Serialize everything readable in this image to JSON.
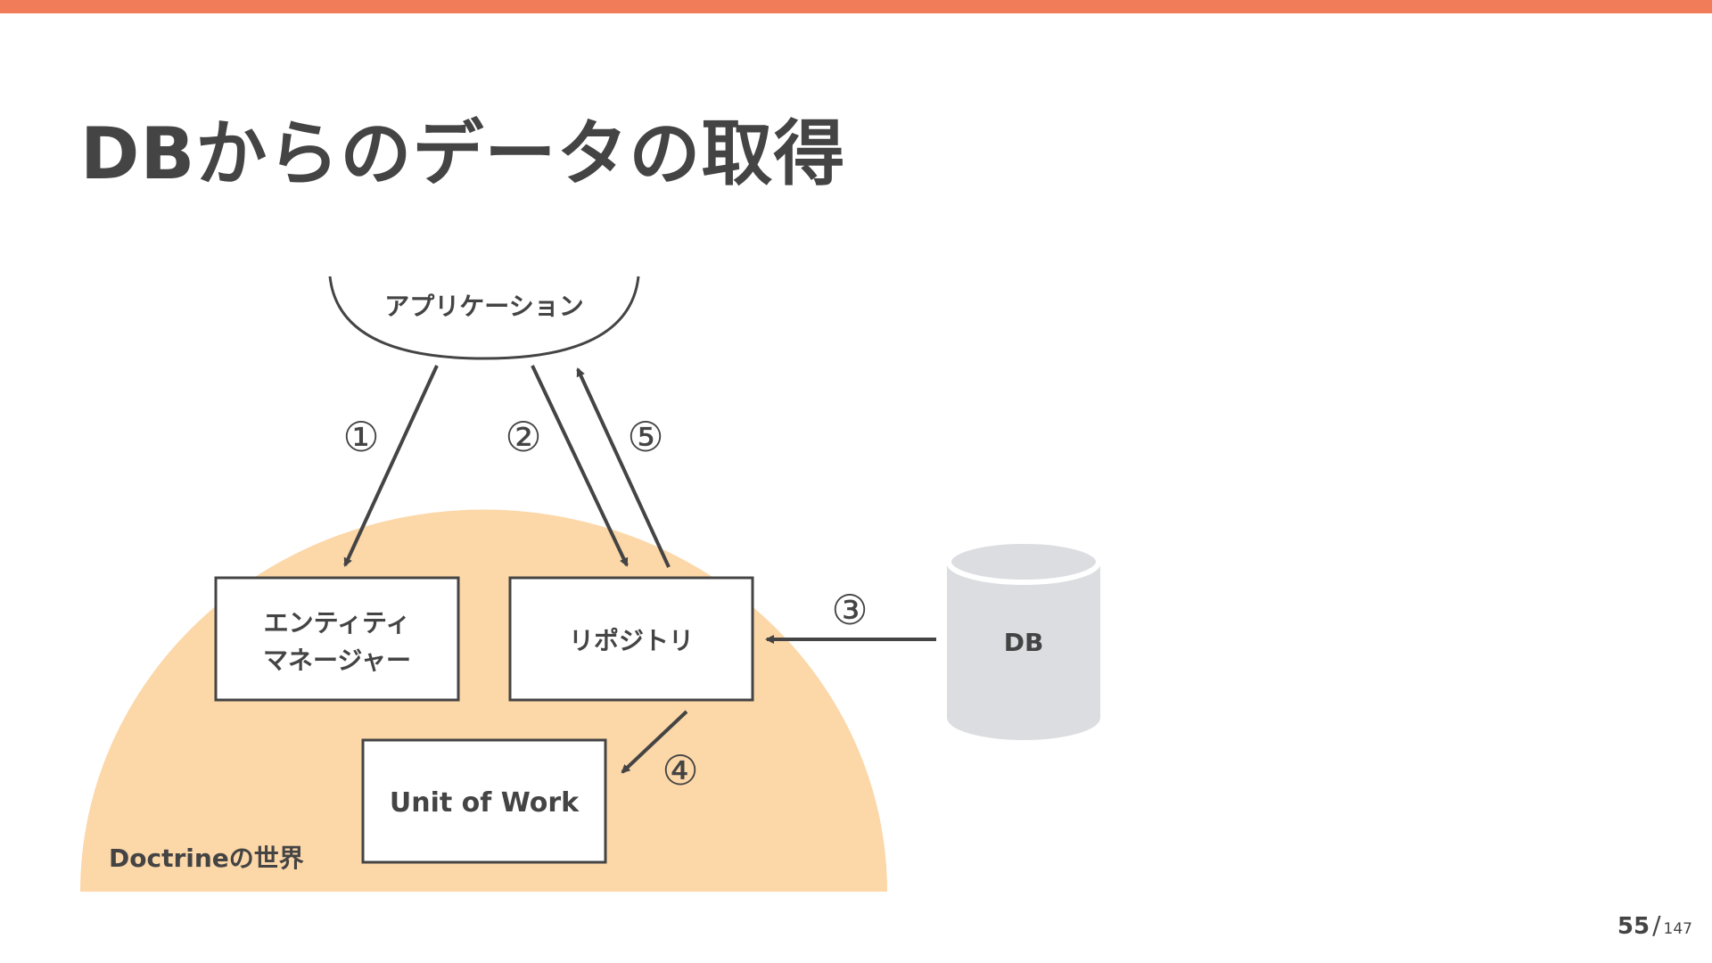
{
  "slide": {
    "title": "DBからのデータの取得",
    "accent_color": "#f07c5a",
    "region_color": "#fcd7a8",
    "db_color": "#dcdde0",
    "ink_color": "#444444"
  },
  "diagram": {
    "application_label": "アプリケーション",
    "entity_manager_line1": "エンティティ",
    "entity_manager_line2": "マネージャー",
    "repository_label": "リポジトリ",
    "unit_of_work_label": "Unit of Work",
    "db_label": "DB",
    "region_label": "Doctrineの世界",
    "steps": {
      "step1": "①",
      "step2": "②",
      "step3": "③",
      "step4": "④",
      "step5": "⑤"
    }
  },
  "page": {
    "current": "55",
    "separator": "/",
    "total": "147"
  }
}
